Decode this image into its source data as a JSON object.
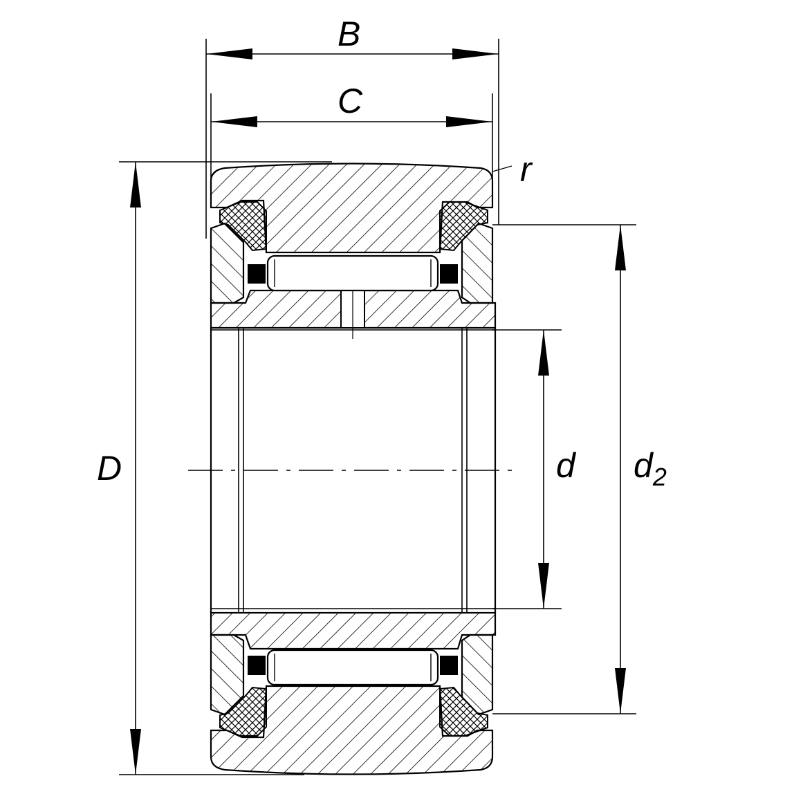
{
  "labels": {
    "B": "B",
    "C": "C",
    "r": "r",
    "D": "D",
    "d": "d",
    "d2_main": "d",
    "d2_sub": "2"
  },
  "colors": {
    "line": "#000000",
    "background": "#ffffff"
  }
}
